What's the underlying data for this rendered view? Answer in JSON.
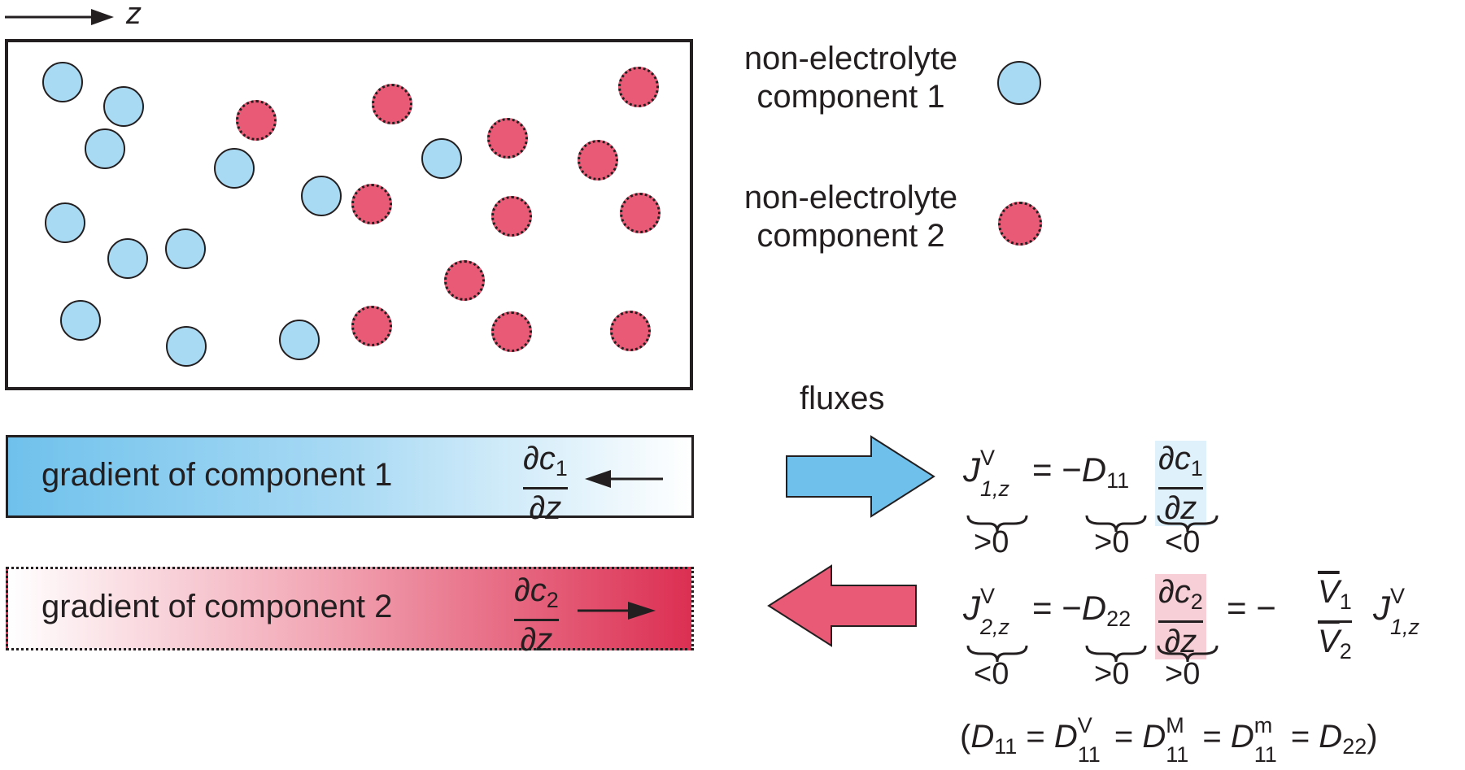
{
  "axis": {
    "label": "z"
  },
  "legend": {
    "component1": "non-electrolyte component 1",
    "component1_line1": "non-electrolyte",
    "component1_line2": "component 1",
    "component2": "non-electrolyte component 2",
    "component2_line1": "non-electrolyte",
    "component2_line2": "component 2"
  },
  "colors": {
    "component1": "#a9daf4",
    "component2": "#e85a75",
    "outline": "#231f20"
  },
  "gradients": {
    "bar1_label": "gradient of component 1",
    "bar1_num": "∂c",
    "bar1_num_sub": "1",
    "bar1_den": "∂z",
    "bar2_label": "gradient of component 2",
    "bar2_num": "∂c",
    "bar2_num_sub": "2",
    "bar2_den": "∂z"
  },
  "fluxes_label": "fluxes",
  "equation1": {
    "J": "J",
    "J_sup": "V",
    "J_sub": "1,z",
    "eq": "= −",
    "D": "D",
    "D_sub": "11",
    "frac_num": "∂c",
    "frac_num_sub": "1",
    "frac_den": "∂z",
    "brace1": ">0",
    "brace2": ">0",
    "brace3": "<0"
  },
  "equation2": {
    "J": "J",
    "J_sup": "V",
    "J_sub": "2,z",
    "eq": "= −",
    "D": "D",
    "D_sub": "22",
    "frac_num": "∂c",
    "frac_num_sub": "2",
    "frac_den": "∂z",
    "eq2": "= −",
    "v_num": "V",
    "v_num_sub": "1",
    "v_den": "V",
    "v_den_sub": "2",
    "J2": "J",
    "J2_sup": "V",
    "J2_sub": "1,z",
    "brace1": "<0",
    "brace2": ">0",
    "brace3": ">0"
  },
  "equality": {
    "open": "(",
    "d1": "D",
    "d1_sub": "11",
    "e1": " = ",
    "d2": "D",
    "d2_sup": "V",
    "d2_sub": "11",
    "e2": " = ",
    "d3": "D",
    "d3_sup": "M",
    "d3_sub": "11",
    "e3": " = ",
    "d4": "D",
    "d4_sup": "m",
    "d4_sub": "11",
    "e4": " = ",
    "d5": "D",
    "d5_sub": "22",
    "close": ")"
  }
}
